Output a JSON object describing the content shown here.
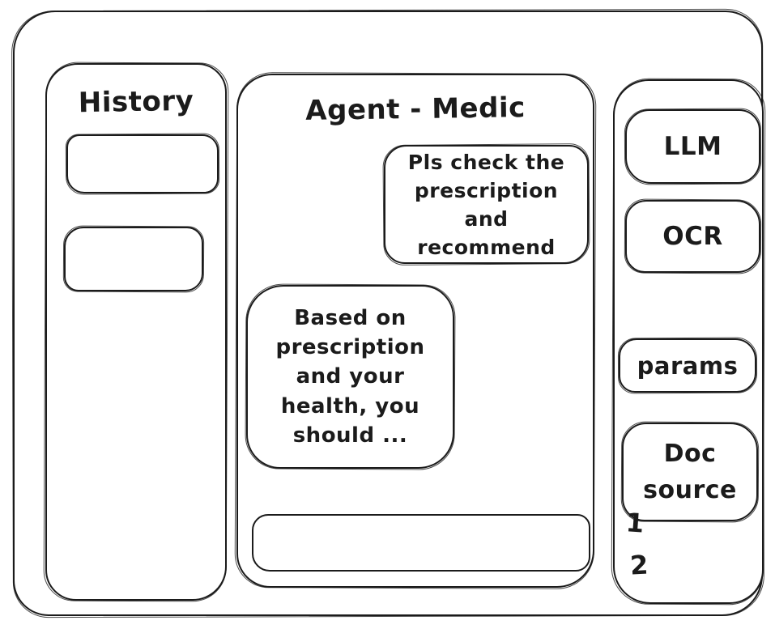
{
  "colors": {
    "ink": "#1b1b1b",
    "background": "#ffffff"
  },
  "history": {
    "title": "History",
    "items": [
      {
        "label": ""
      },
      {
        "label": ""
      }
    ]
  },
  "chat": {
    "title": "Agent - Medic",
    "messages": [
      {
        "role": "user",
        "text": "Pls check the prescription and recommend"
      },
      {
        "role": "assistant",
        "text": "Based on prescription and your health, you should ..."
      }
    ],
    "input": {
      "value": "",
      "placeholder": ""
    }
  },
  "tools": {
    "buttons": [
      {
        "label": "LLM"
      },
      {
        "label": "OCR"
      },
      {
        "label": "params"
      },
      {
        "label": "Doc source"
      }
    ],
    "doc_sources": [
      "1",
      "2"
    ]
  }
}
